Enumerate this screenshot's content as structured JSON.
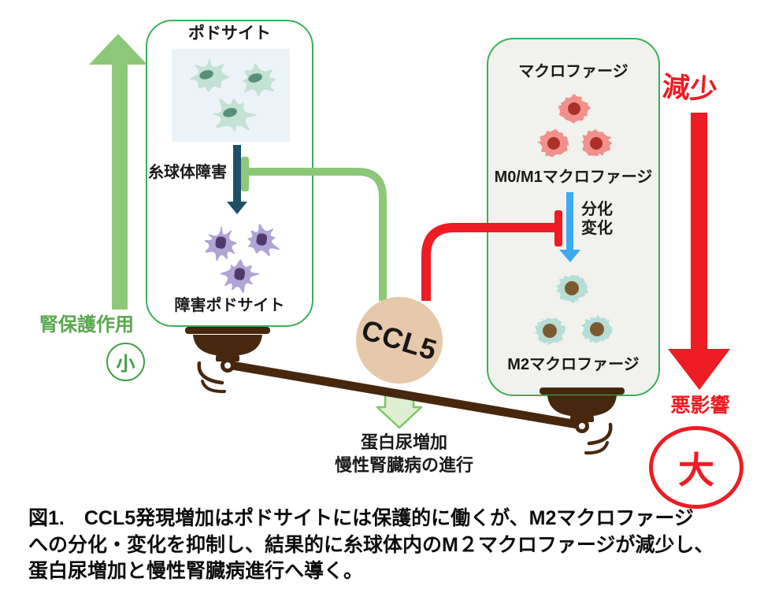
{
  "left_panel": {
    "box_title": "ポドサイト",
    "damage_label": "糸球体障害",
    "damaged_label": "障害ポドサイト"
  },
  "right_panel": {
    "box_title": "マクロファージ",
    "m0m1_label": "M0/M1マクロファージ",
    "diff_line1": "分化",
    "diff_line2": "変化",
    "m2_label": "M2マクロファージ"
  },
  "center": {
    "ccl5_label": "CCL5",
    "outcome_line1": "蛋白尿増加",
    "outcome_line2": "慢性腎臓病の進行"
  },
  "left_axis": {
    "label": "腎保護作用",
    "badge": "小"
  },
  "right_axis": {
    "top_label": "減少",
    "bottom_label": "悪影響",
    "badge": "大"
  },
  "caption": {
    "line1": "図1.　CCL5発現増加はポドサイトには保護的に働くが、M2マクロファージ",
    "line2": "への分化・変化を抑制し、結果的に糸球体内のM２マクロファージが減少し、",
    "line3": "蛋白尿増加と慢性腎臓病進行へ導く。"
  },
  "colors": {
    "green_accent": "#8dc878",
    "green_border": "#38b157",
    "green_text": "#58a74e",
    "pale_green_fill": "#def0d1",
    "red": "#ee1c23",
    "light_blue": "#3fa9f5",
    "dark_blue": "#1e4f68",
    "brown": "#47280f",
    "ccl5_tan": "#e6c8aa",
    "right_box_fill": "#f1f1ee"
  }
}
